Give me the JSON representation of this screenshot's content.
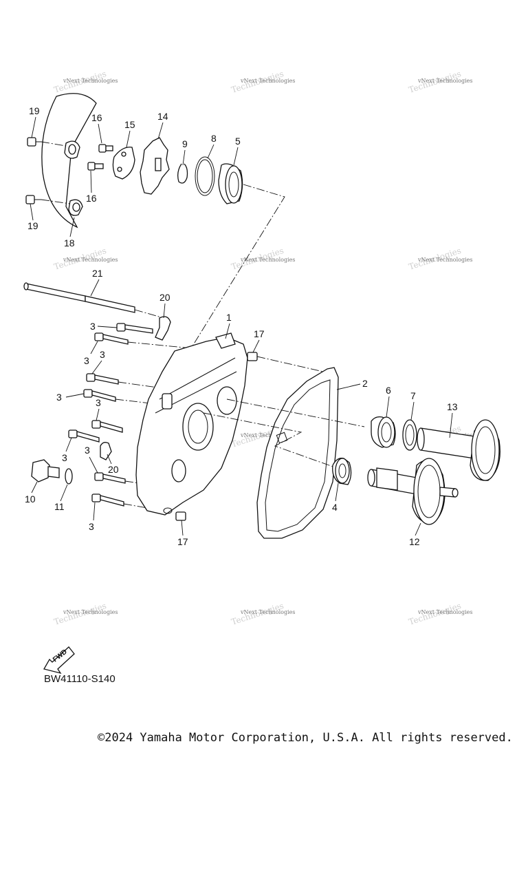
{
  "diagram": {
    "code": "BW41110-S140",
    "fwd_label": "FWD",
    "watermark": "vNext Technologies",
    "copyright": "©2024 Yamaha Motor Corporation, U.S.A. All rights reserved.",
    "callouts": {
      "c1": "1",
      "c2": "2",
      "c3": "3",
      "c4": "4",
      "c5": "5",
      "c6": "6",
      "c7": "7",
      "c8": "8",
      "c9": "9",
      "c10": "10",
      "c11": "11",
      "c12": "12",
      "c13": "13",
      "c14": "14",
      "c15": "15",
      "c16": "16",
      "c17": "17",
      "c18": "18",
      "c19": "19",
      "c20": "20",
      "c21": "21"
    }
  }
}
